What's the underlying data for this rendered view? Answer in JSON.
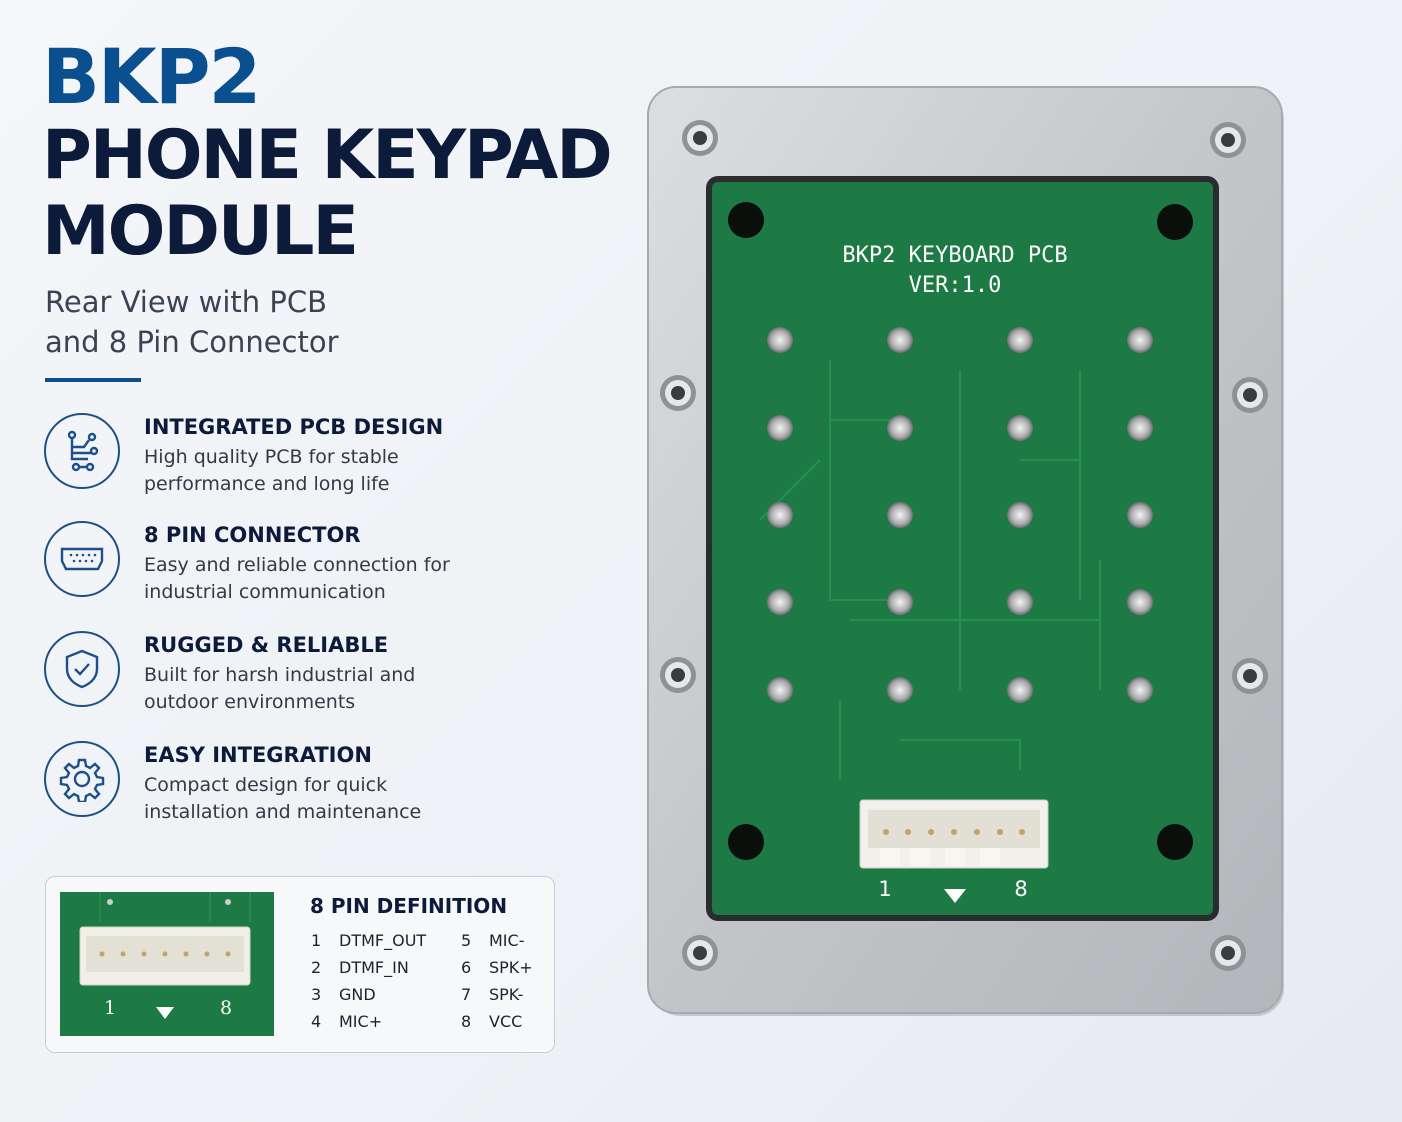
{
  "title": {
    "line1": "BKP2",
    "line2": "PHONE KEYPAD",
    "line3": "MODULE"
  },
  "subtitle": {
    "line1": "Rear View with PCB",
    "line2": "and 8 Pin Connector"
  },
  "features": [
    {
      "icon": "circuit-icon",
      "title": "INTEGRATED PCB DESIGN",
      "desc": "High quality PCB for stable performance and long life"
    },
    {
      "icon": "connector-icon",
      "title": "8 PIN CONNECTOR",
      "desc": "Easy and reliable connection for industrial communication"
    },
    {
      "icon": "shield-check-icon",
      "title": "RUGGED & RELIABLE",
      "desc": "Built for harsh industrial and outdoor environments"
    },
    {
      "icon": "gear-icon",
      "title": "EASY INTEGRATION",
      "desc": "Compact design for quick installation and maintenance"
    }
  ],
  "pin_definition": {
    "title": "8 PIN DEFINITION",
    "pins": [
      {
        "n": "1",
        "name": "DTMF_OUT"
      },
      {
        "n": "2",
        "name": "DTMF_IN"
      },
      {
        "n": "3",
        "name": "GND"
      },
      {
        "n": "4",
        "name": "MIC+"
      },
      {
        "n": "5",
        "name": "MIC-"
      },
      {
        "n": "6",
        "name": "SPK+"
      },
      {
        "n": "7",
        "name": "SPK-"
      },
      {
        "n": "8",
        "name": "VCC"
      }
    ],
    "connector_labels": {
      "left": "1",
      "right": "8"
    }
  },
  "pcb": {
    "silkscreen_line1": "BKP2 KEYBOARD PCB",
    "silkscreen_line2": "VER:1.0",
    "pin_left": "1",
    "pin_right": "8"
  },
  "colors": {
    "brand_blue": "#0a4f8f",
    "navy": "#0d1b3a",
    "pcb_green": "#1d7a45",
    "plate_silver": "#c8cacd"
  }
}
